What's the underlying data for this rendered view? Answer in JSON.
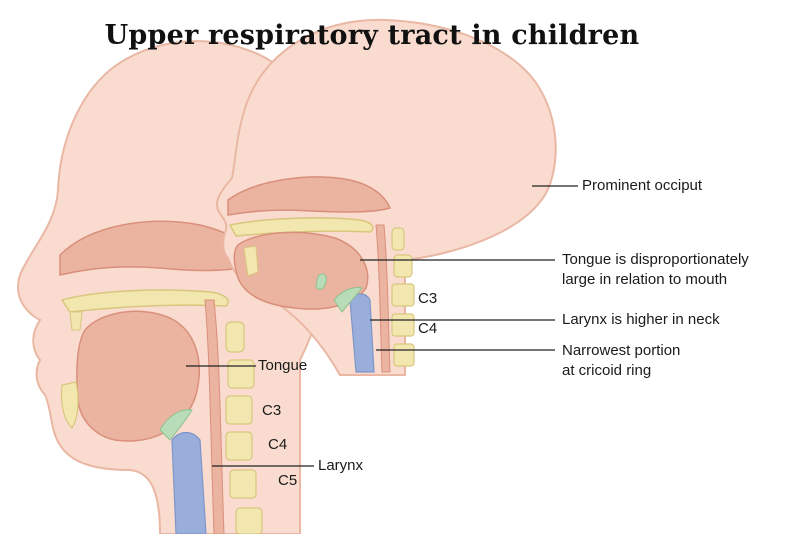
{
  "title": "Upper respiratory tract in children",
  "colors": {
    "skin": "#f9dccf",
    "skin_edge": "#e9b7a3",
    "tissue": "#eab4a0",
    "tissue_dark": "#d98f7a",
    "bone": "#f3e7b0",
    "bone_edge": "#d9c67e",
    "airway": "#9aaedc",
    "cartilage": "#b8dcb8",
    "leader": "#222222"
  },
  "adult_labels": {
    "tongue": "Tongue",
    "c3": "C3",
    "c4": "C4",
    "c5": "C5",
    "larynx": "Larynx"
  },
  "child_labels": {
    "occiput": "Prominent occiput",
    "tongue_line1": "Tongue is disproportionately",
    "tongue_line2": "large in relation to mouth",
    "c3": "C3",
    "c4": "C4",
    "larynx": "Larynx is higher in neck",
    "cricoid_line1": "Narrowest portion",
    "cricoid_line2": "at cricoid ring"
  }
}
